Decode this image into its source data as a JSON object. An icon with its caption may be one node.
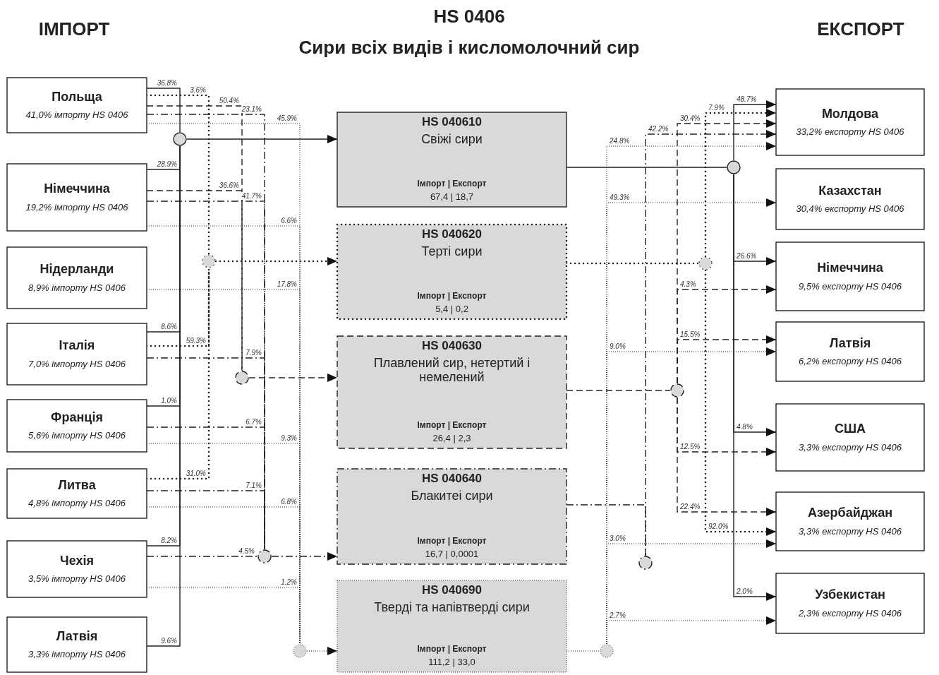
{
  "diagram": {
    "title": "HS 0406",
    "nodes": [
      {
        "text": [
          "Польща",
          "41,0% імпорту HS 0406"
        ]
      },
      {
        "text": [
          "Німеччина",
          "19,2% імпорту HS 0406"
        ]
      },
      {
        "text": [
          "Нідерланди",
          "8,9% імпорту HS 0406"
        ]
      },
      {
        "text": [
          "Італія",
          "7,0% імпорту HS 0406"
        ]
      },
      {
        "text": [
          "Франція",
          "5,6% імпорту HS 0406"
        ]
      },
      {
        "text": [
          "Литва",
          "4,8% імпорту HS 0406"
        ]
      },
      {
        "text": [
          "Чехія",
          "3,5% імпорту HS 0406"
        ]
      },
      {
        "text": [
          "Латвія",
          "3,3% імпорту HS 0406"
        ]
      },
      {
        "text": [
          "HS 040610",
          "Свіжі сири",
          "Імпорт | Експорт",
          "67,4 | 18,7"
        ]
      },
      {
        "text": [
          "HS 040620",
          "Терті сири",
          "Імпорт | Експорт",
          "5,4 | 0,2"
        ]
      },
      {
        "text": [
          "HS 040630",
          "Плавлений сир, нетертий і немелений",
          "Імпорт | Експорт",
          "26,4 | 2,3"
        ]
      },
      {
        "text": [
          "HS 040640",
          "Блакитеі сири",
          "Імпорт | Експорт",
          "16,7 | 0,0001"
        ]
      },
      {
        "text": [
          "HS 040690",
          "Тверді та напівтверді сири",
          "Імпорт | Експорт",
          "111,2 | 33,0"
        ]
      },
      {
        "text": [
          "Молдова",
          "33,2% експорту HS 0406"
        ]
      },
      {
        "text": [
          "Казахстан",
          "30,4% експорту HS 0406"
        ]
      },
      {
        "text": [
          "Німеччина",
          "9,5% експорту HS 0406"
        ]
      },
      {
        "text": [
          "Латвія",
          "6,2% експорту HS 0406"
        ]
      },
      {
        "text": [
          "США",
          "3,3% експорту HS 0406"
        ]
      },
      {
        "text": [
          "Азербайджан",
          "3,3% експорту HS 0406"
        ]
      },
      {
        "text": [
          "Узбекистан",
          "2,3% експорту HS 0406"
        ]
      },
      {
        "text": [],
        "shape": "circle"
      },
      {
        "text": [],
        "shape": "circle"
      },
      {
        "text": [],
        "shape": "circle"
      },
      {
        "text": [],
        "shape": "circle"
      },
      {
        "text": [],
        "shape": "circle"
      },
      {
        "text": [],
        "shape": "circle"
      },
      {
        "text": [],
        "shape": "circle"
      },
      {
        "text": [],
        "shape": "circle"
      },
      {
        "text": [],
        "shape": "circle"
      },
      {
        "text": [],
        "shape": "circle"
      }
    ],
    "edges": [
      {
        "from": 0,
        "to": 20,
        "arrow": "none",
        "label": "36.8%"
      },
      {
        "from": 0,
        "to": 21,
        "arrow": "none",
        "label": "3.6%",
        "style": "dashed"
      },
      {
        "from": 0,
        "to": 22,
        "arrow": "none",
        "label": "50.4%",
        "style": "dashed"
      },
      {
        "from": 0,
        "to": 23,
        "arrow": "none",
        "label": "23.1%",
        "style": "dashed"
      },
      {
        "from": 0,
        "to": 24,
        "arrow": "none",
        "label": "45.9%",
        "style": "dashed"
      },
      {
        "from": 1,
        "to": 20,
        "arrow": "none",
        "label": "28.9%"
      },
      {
        "from": 1,
        "to": 22,
        "arrow": "none",
        "label": "36.6%",
        "style": "dashed"
      },
      {
        "from": 1,
        "to": 23,
        "arrow": "none",
        "label": "41.7%",
        "style": "dashed"
      },
      {
        "from": 1,
        "to": 24,
        "arrow": "none",
        "label": "6.6%",
        "style": "dashed"
      },
      {
        "from": 2,
        "to": 24,
        "arrow": "none",
        "label": "17.8%",
        "style": "dashed"
      },
      {
        "from": 3,
        "to": 20,
        "arrow": "none",
        "label": "8.6%"
      },
      {
        "from": 3,
        "to": 21,
        "arrow": "none",
        "label": "59.3%",
        "style": "dashed"
      },
      {
        "from": 3,
        "to": 23,
        "arrow": "none",
        "label": "7.9%",
        "style": "dashed"
      },
      {
        "from": 4,
        "to": 20,
        "arrow": "none",
        "label": "1.0%"
      },
      {
        "from": 4,
        "to": 23,
        "arrow": "none",
        "label": "6.7%",
        "style": "dashed"
      },
      {
        "from": 4,
        "to": 24,
        "arrow": "none",
        "label": "9.3%",
        "style": "dashed"
      },
      {
        "from": 5,
        "to": 21,
        "arrow": "none",
        "label": "31.0%",
        "style": "dashed"
      },
      {
        "from": 5,
        "to": 23,
        "arrow": "none",
        "label": "7.1%",
        "style": "dashed"
      },
      {
        "from": 5,
        "to": 24,
        "arrow": "none",
        "label": "6.8%",
        "style": "dashed"
      },
      {
        "from": 6,
        "to": 20,
        "arrow": "none",
        "label": "8.2%"
      },
      {
        "from": 6,
        "to": 23,
        "arrow": "none",
        "label": "4.5%",
        "style": "dashed"
      },
      {
        "from": 6,
        "to": 24,
        "arrow": "none",
        "label": "1.2%",
        "style": "dashed"
      },
      {
        "from": 7,
        "to": 20,
        "arrow": "none",
        "label": "9.6%"
      },
      {
        "from": 20,
        "to": 8,
        "arrow": "to"
      },
      {
        "from": 21,
        "to": 9,
        "arrow": "to",
        "style": "dashed"
      },
      {
        "from": 22,
        "to": 10,
        "arrow": "to",
        "style": "dashed"
      },
      {
        "from": 23,
        "to": 11,
        "arrow": "to",
        "style": "dashed"
      },
      {
        "from": 24,
        "to": 12,
        "arrow": "to",
        "style": "dashed"
      },
      {
        "from": 8,
        "to": 29,
        "arrow": "none"
      },
      {
        "from": 9,
        "to": 28,
        "arrow": "none",
        "style": "dashed"
      },
      {
        "from": 10,
        "to": 27,
        "arrow": "none",
        "style": "dashed"
      },
      {
        "from": 11,
        "to": 26,
        "arrow": "none",
        "style": "dashed"
      },
      {
        "from": 12,
        "to": 25,
        "arrow": "none",
        "style": "dashed"
      },
      {
        "from": 29,
        "to": 13,
        "arrow": "to",
        "label": "48.7%"
      },
      {
        "from": 28,
        "to": 13,
        "arrow": "to",
        "label": "7.9%",
        "style": "dashed"
      },
      {
        "from": 27,
        "to": 13,
        "arrow": "to",
        "label": "30.4%",
        "style": "dashed"
      },
      {
        "from": 26,
        "to": 13,
        "arrow": "to",
        "label": "42.2%",
        "style": "dashed"
      },
      {
        "from": 25,
        "to": 13,
        "arrow": "to",
        "label": "24.8%",
        "style": "dashed"
      },
      {
        "from": 25,
        "to": 14,
        "arrow": "to",
        "label": "49.3%",
        "style": "dashed"
      },
      {
        "from": 29,
        "to": 15,
        "arrow": "to",
        "label": "26.6%"
      },
      {
        "from": 27,
        "to": 15,
        "arrow": "to",
        "label": "4.3%",
        "style": "dashed"
      },
      {
        "from": 27,
        "to": 16,
        "arrow": "to",
        "label": "15.5%",
        "style": "dashed"
      },
      {
        "from": 25,
        "to": 16,
        "arrow": "to",
        "label": "9.0%",
        "style": "dashed"
      },
      {
        "from": 29,
        "to": 17,
        "arrow": "to",
        "label": "4.8%"
      },
      {
        "from": 27,
        "to": 17,
        "arrow": "to",
        "label": "12.5%",
        "style": "dashed"
      },
      {
        "from": 27,
        "to": 18,
        "arrow": "to",
        "label": "22.4%",
        "style": "dashed"
      },
      {
        "from": 28,
        "to": 18,
        "arrow": "to",
        "label": "92.0%",
        "style": "dashed"
      },
      {
        "from": 25,
        "to": 18,
        "arrow": "to",
        "label": "3.0%",
        "style": "dashed"
      },
      {
        "from": 29,
        "to": 19,
        "arrow": "to",
        "label": "2.0%"
      },
      {
        "from": 25,
        "to": 19,
        "arrow": "to",
        "label": "2.7%",
        "style": "dashed"
      }
    ],
    "labels": [
      "ІМПОРТ",
      "Сири всіх видів і кисломолочний сир",
      "ЕКСПОРТ"
    ]
  }
}
